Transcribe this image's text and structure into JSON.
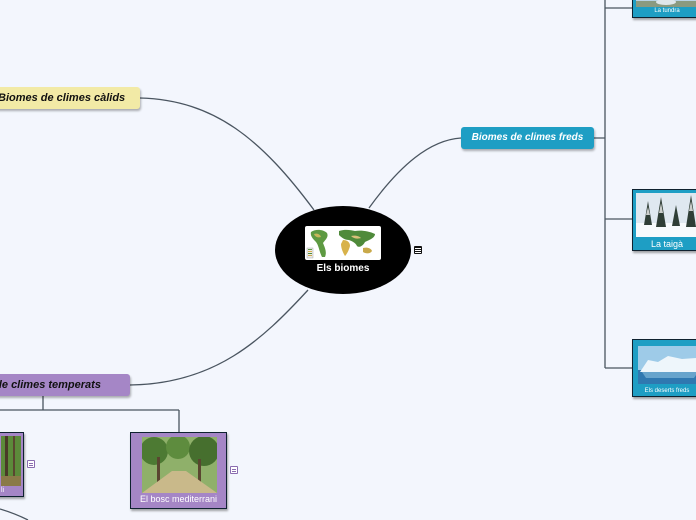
{
  "central": {
    "title": "Els biomes"
  },
  "branches": {
    "warm": "Biomes de climes càlids",
    "temperate": "s de climes temperats",
    "cold": "Biomes de climes freds"
  },
  "cards": {
    "tundra": "La tundra",
    "taiga": "La taigà",
    "cold_desert": "Els deserts freds",
    "left_forest": "li",
    "mediterranean": "El bosc mediterrani"
  },
  "colors": {
    "background": "#f3f6fd",
    "warm_branch": "#f2eaa6",
    "temperate_branch": "#a586c6",
    "cold_branch": "#1e9ec4",
    "central": "#000000"
  },
  "icons": [
    "note-icon",
    "world-map-image",
    "snow-forest-image",
    "iceberg-image",
    "forest-image",
    "mediterranean-forest-image",
    "tundra-image"
  ]
}
